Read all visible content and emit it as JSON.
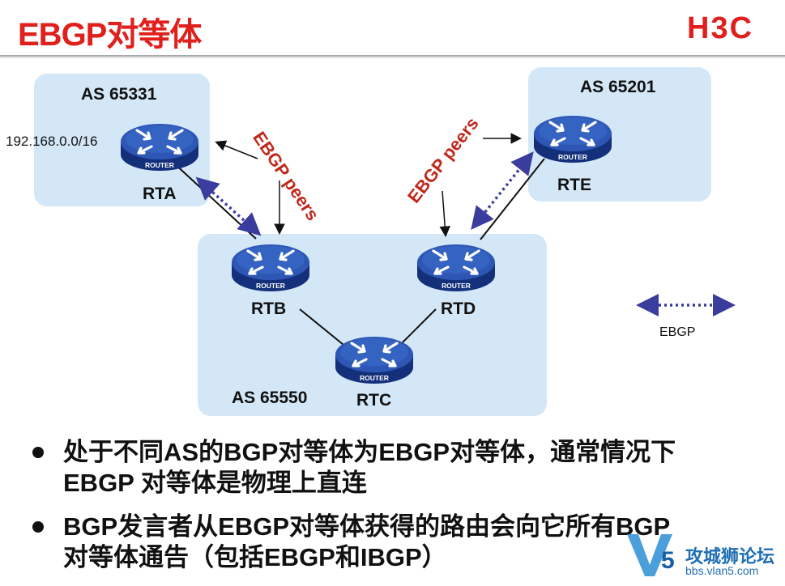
{
  "slide": {
    "title": "EBGP对等体",
    "logo_text": "H3C"
  },
  "diagram": {
    "as_boxes": {
      "as_65331": "AS 65331",
      "as_65201": "AS 65201",
      "as_65550": "AS 65550"
    },
    "network_label": "192.168.0.0/16",
    "routers": {
      "rta": "RTA",
      "rtb": "RTB",
      "rtc": "RTC",
      "rtd": "RTD",
      "rte": "RTE"
    },
    "router_icon_text": "ROUTER",
    "peers_label_left": "EBGP peers",
    "peers_label_right": "EBGP peers",
    "legend": {
      "label": "EBGP"
    },
    "colors": {
      "as_fill": "#d4e7f7",
      "router_body": "#1a3d8f",
      "ebgp_arrow": "#3a3c9e",
      "peers_text": "#c0281c"
    }
  },
  "bullets": [
    {
      "line1": "处于不同AS的BGP对等体为EBGP对等体，通常情况下",
      "line2": "EBGP 对等体是物理上直连"
    },
    {
      "line1": "BGP发言者从EBGP对等体获得的路由会向它所有BGP",
      "line2": "对等体通告（包括EBGP和IBGP）"
    }
  ],
  "watermark": {
    "title": "攻城狮论坛",
    "url": "bbs.vlan5.com"
  }
}
